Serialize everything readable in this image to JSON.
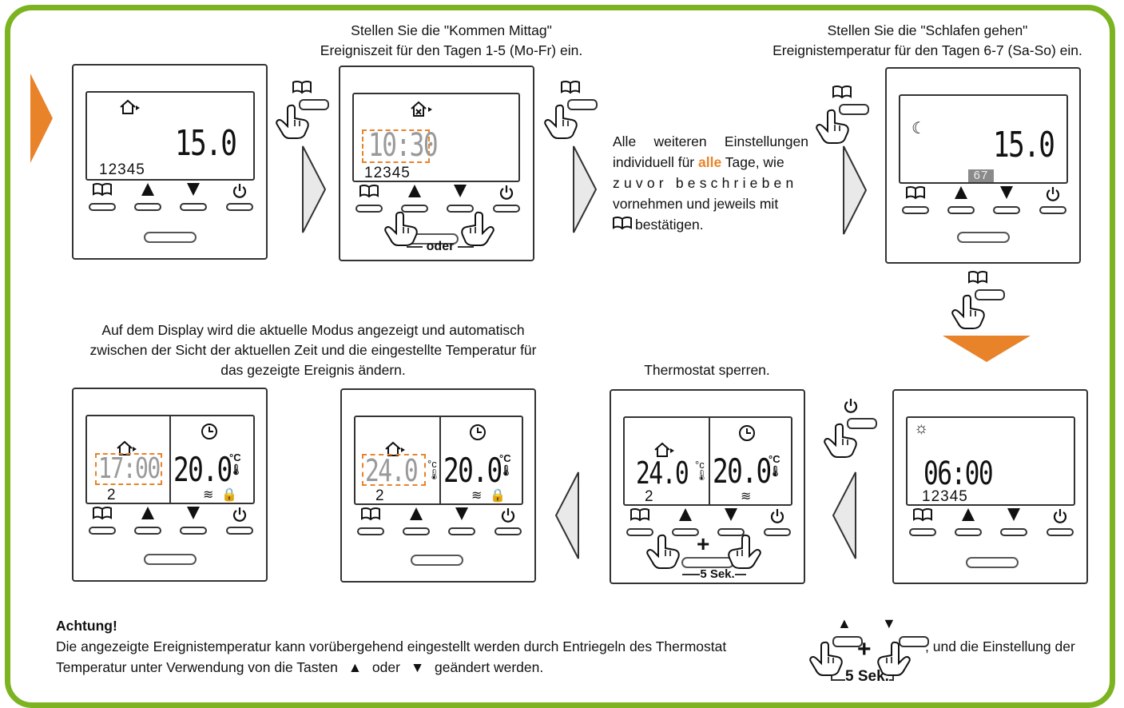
{
  "colors": {
    "frame": "#7cb321",
    "accent": "#e8832a",
    "lcd_dim": "#9a9a9a"
  },
  "captions": {
    "step_a_l1": "Stellen Sie die \"Kommen Mittag\"",
    "step_a_l2": "Ereigniszeit für den Tagen 1-5 (Mo-Fr) ein.",
    "step_b_l1": "Stellen Sie die \"Schlafen gehen\"",
    "step_b_l2": "Ereignistemperatur für den Tagen 6-7 (Sa-So) ein.",
    "middle_l1": "Alle weiteren Einstellungen",
    "middle_l2_a": "individuell für ",
    "middle_l2_b": "alle",
    "middle_l2_c": " Tage, wie",
    "middle_l3": "zuvor beschrieben",
    "middle_l4": "vornehmen und jeweils mit",
    "middle_l5": "bestätigen.",
    "display_l1": "Auf dem Display wird die aktuelle Modus angezeigt und automatisch",
    "display_l2": "zwischen der Sicht der aktuellen Zeit und die eingestellte Temperatur für",
    "display_l3": "das gezeigte Ereignis ändern.",
    "lock": "Thermostat sperren.",
    "oder": "oder",
    "five_sec": "5 Sek.",
    "plus": "+"
  },
  "devices": {
    "d1": {
      "value": "15.0",
      "days": "12345"
    },
    "d2": {
      "value": "10:30",
      "days": "12345"
    },
    "d3": {
      "value": "15.0",
      "days": "67"
    },
    "d4": {
      "value": "06:00",
      "days": "12345"
    },
    "d5": {
      "left": "24.0",
      "right": "20.0",
      "days": "2"
    },
    "d6": {
      "left": "24.0",
      "right": "20.0",
      "days": "2"
    },
    "d7": {
      "left": "17:00",
      "right": "20.0",
      "days": "2"
    }
  },
  "note": {
    "title": "Achtung!",
    "line1": "Die angezeigte Ereignistemperatur kann vorübergehend eingestellt werden durch Entriegeln des Thermostat",
    "line1_end": ", und die Einstellung der",
    "line2_a": "Temperatur unter Verwendung von die Tasten",
    "line2_b": "oder",
    "line2_c": "geändert werden.",
    "five_sec": "5 Sek."
  },
  "icons": [
    "home-arrive-icon",
    "home-noon-icon",
    "moon-icon",
    "sun-icon",
    "book-icon",
    "up-arrow-icon",
    "down-arrow-icon",
    "power-icon",
    "clock-icon",
    "thermometer-icon",
    "heat-icon",
    "lock-icon",
    "hand-pointer-icon"
  ]
}
